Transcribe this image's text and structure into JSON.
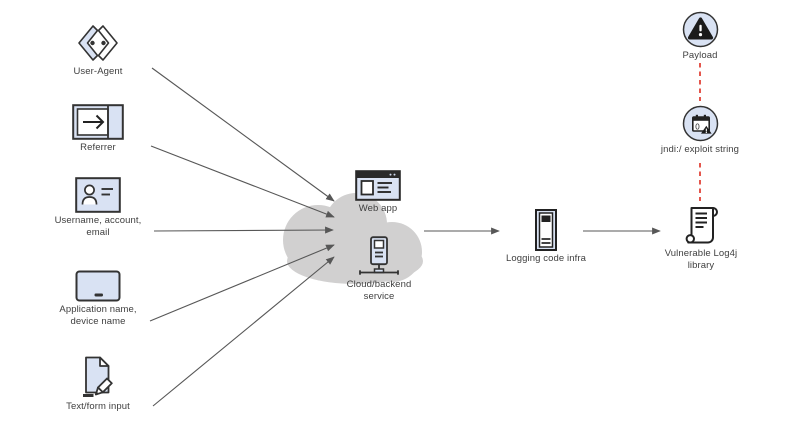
{
  "colors": {
    "background": "#ffffff",
    "icon_fill": "#d9e2f3",
    "icon_outline": "#333333",
    "cloud_fill": "#d1d0d0",
    "arrow": "#575757",
    "danger_dash": "#e0392e",
    "label_text": "#3f3f3f"
  },
  "sources": [
    {
      "label": "User-Agent",
      "icon": "user-agent-brackets-icon"
    },
    {
      "label": "Referrer",
      "icon": "referrer-forward-icon"
    },
    {
      "label": "Username, account,\nemail",
      "icon": "id-card-icon"
    },
    {
      "label": "Application name,\ndevice name",
      "icon": "device-screen-icon"
    },
    {
      "label": "Text/form input",
      "icon": "document-pencil-icon"
    }
  ],
  "cloud": {
    "web_app": {
      "label": "Web app",
      "icon": "browser-window-icon"
    },
    "backend": {
      "label": "Cloud/backend\nservice",
      "icon": "server-network-icon"
    }
  },
  "pipeline": {
    "logging": {
      "label": "Logging code infra",
      "icon": "server-rack-icon"
    },
    "log4j": {
      "label": "Vulnerable Log4j\nlibrary",
      "icon": "scroll-icon"
    }
  },
  "attack": {
    "payload": {
      "label": "Payload",
      "icon": "warning-triangle-badge-icon"
    },
    "jndi": {
      "label": "jndi:/ exploit string",
      "icon": "calendar-exploit-badge-icon",
      "calendar_digit": "0"
    }
  },
  "edges": [
    {
      "from": "User-Agent",
      "to": "Cloud",
      "style": "solid-arrow"
    },
    {
      "from": "Referrer",
      "to": "Cloud",
      "style": "solid-arrow"
    },
    {
      "from": "Username, account, email",
      "to": "Cloud",
      "style": "solid-arrow"
    },
    {
      "from": "Application name, device name",
      "to": "Cloud",
      "style": "solid-arrow"
    },
    {
      "from": "Text/form input",
      "to": "Cloud",
      "style": "solid-arrow"
    },
    {
      "from": "Cloud",
      "to": "Logging code infra",
      "style": "solid-arrow"
    },
    {
      "from": "Logging code infra",
      "to": "Vulnerable Log4j library",
      "style": "solid-arrow"
    },
    {
      "from": "Payload",
      "to": "jndi:/ exploit string",
      "style": "red-dashed"
    },
    {
      "from": "jndi:/ exploit string",
      "to": "Vulnerable Log4j library",
      "style": "red-dashed"
    }
  ]
}
